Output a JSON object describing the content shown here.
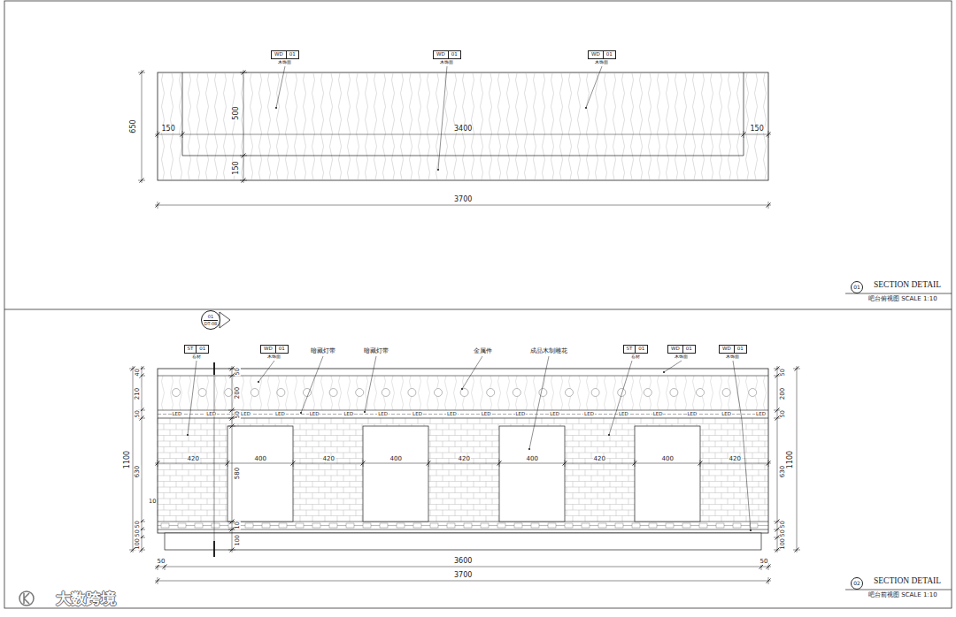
{
  "diagram": {
    "nodes": [
      {
        "text": [
          "WD",
          "01",
          "木饰面"
        ]
      },
      {
        "text": [
          "WD",
          "01",
          "木饰面"
        ]
      },
      {
        "text": [
          "WD",
          "01",
          "木饰面"
        ]
      },
      {
        "text": [
          "01"
        ]
      },
      {
        "text": [
          "01",
          "DT-08"
        ]
      },
      {
        "text": [
          "ST",
          "01",
          "石材"
        ]
      },
      {
        "text": [
          "WD",
          "01",
          "木饰面"
        ]
      },
      {
        "text": [
          "ST",
          "01",
          "石材"
        ]
      },
      {
        "text": [
          "WD",
          "01",
          "木饰面"
        ]
      },
      {
        "text": [
          "WD",
          "01",
          "木饰面"
        ]
      },
      {
        "text": [
          "02"
        ]
      }
    ],
    "labels": [
      "650",
      "500",
      "150",
      "150",
      "3400",
      "150",
      "3700",
      "SECTION DETAIL",
      "吧台俯视图 SCALE 1:10",
      "暗藏灯带",
      "暗藏灯带",
      "金属件",
      "成品木制雕花",
      "LED",
      "LED",
      "LED",
      "LED",
      "LED",
      "LED",
      "LED",
      "LED",
      "LED",
      "LED",
      "LED",
      "LED",
      "LED",
      "LED",
      "LED",
      "LED",
      "LED",
      "LED",
      "40",
      "210",
      "50",
      "1100",
      "630",
      "10",
      "50",
      "50",
      "100",
      "50",
      "200",
      "50",
      "580",
      "10",
      "100",
      "50",
      "200",
      "50",
      "1100",
      "630",
      "50",
      "50",
      "100",
      "420",
      "400",
      "420",
      "400",
      "420",
      "400",
      "420",
      "400",
      "420",
      "50",
      "3600",
      "50",
      "3700",
      "SECTION DETAIL",
      "吧台前视图 SCALE 1:10",
      "大数跨境"
    ]
  }
}
